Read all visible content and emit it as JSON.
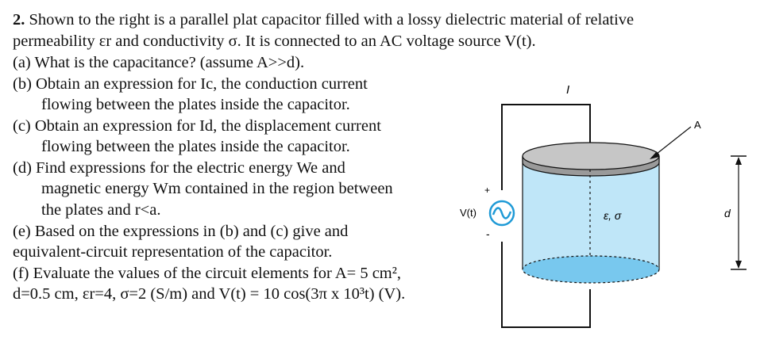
{
  "problem": {
    "number": "2.",
    "lines": [
      "Shown to the right is a parallel plat capacitor filled with a lossy dielectric material of relative",
      "permeability εr and conductivity σ.  It is connected to an AC voltage source V(t).",
      "(a) What is the capacitance? (assume A>>d).",
      "(b) Obtain an expression for Ic, the conduction current",
      "flowing between the plates inside the capacitor.",
      "(c) Obtain an expression for Id, the displacement current",
      "flowing between the plates inside the capacitor.",
      "(d) Find expressions for the electric energy We and",
      "magnetic energy Wm contained in the region between",
      "the plates and r<a.",
      "(e) Based on the expressions in (b) and (c) give and",
      "equivalent-circuit representation of the capacitor.",
      "(f)  Evaluate the values of the circuit elements for A= 5 cm²,",
      "d=0.5 cm, εr=4, σ=2 (S/m) and V(t) = 10 cos(3π x 10³t) (V)."
    ]
  },
  "figure": {
    "current_label": "I",
    "area_label": "A",
    "source_label": "V(t)",
    "plus": "+",
    "minus": "-",
    "dielectric_label": "ε, σ",
    "gap_label": "d",
    "colors": {
      "dielectric": "#bfe6f8",
      "bottom_plate": "#78c8ee",
      "top_plate": "#c6c6c6",
      "source": "#1f9ad6"
    }
  }
}
